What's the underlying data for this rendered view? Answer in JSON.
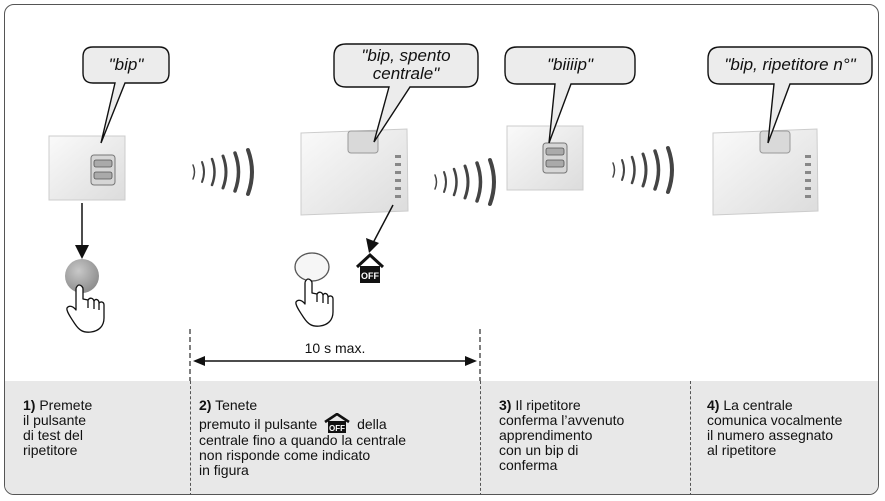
{
  "bubbles": [
    {
      "text": "\"bip\""
    },
    {
      "line1": "\"bip, spento",
      "line2": "centrale\""
    },
    {
      "text": "\"biiiip\""
    },
    {
      "text": "\"bip, ripetitore n°\""
    }
  ],
  "timing_label": "10 s max.",
  "off_icon_label": "OFF",
  "steps": [
    {
      "num": "1)",
      "lines": [
        "Premete",
        "il pulsante",
        "di test del",
        "ripetitore"
      ]
    },
    {
      "num": "2)",
      "lines": [
        "Tenete",
        "premuto il pulsante",
        "della",
        "centrale fino a quando la centrale",
        "non risponde come indicato",
        "in figura"
      ]
    },
    {
      "num": "3)",
      "lines": [
        "Il ripetitore",
        "conferma l’avvenuto",
        "apprendimento",
        "con un bip di",
        "conferma"
      ]
    },
    {
      "num": "4)",
      "lines": [
        "La centrale",
        "comunica vocalmente",
        "il numero assegnato",
        "al ripetitore"
      ]
    }
  ]
}
